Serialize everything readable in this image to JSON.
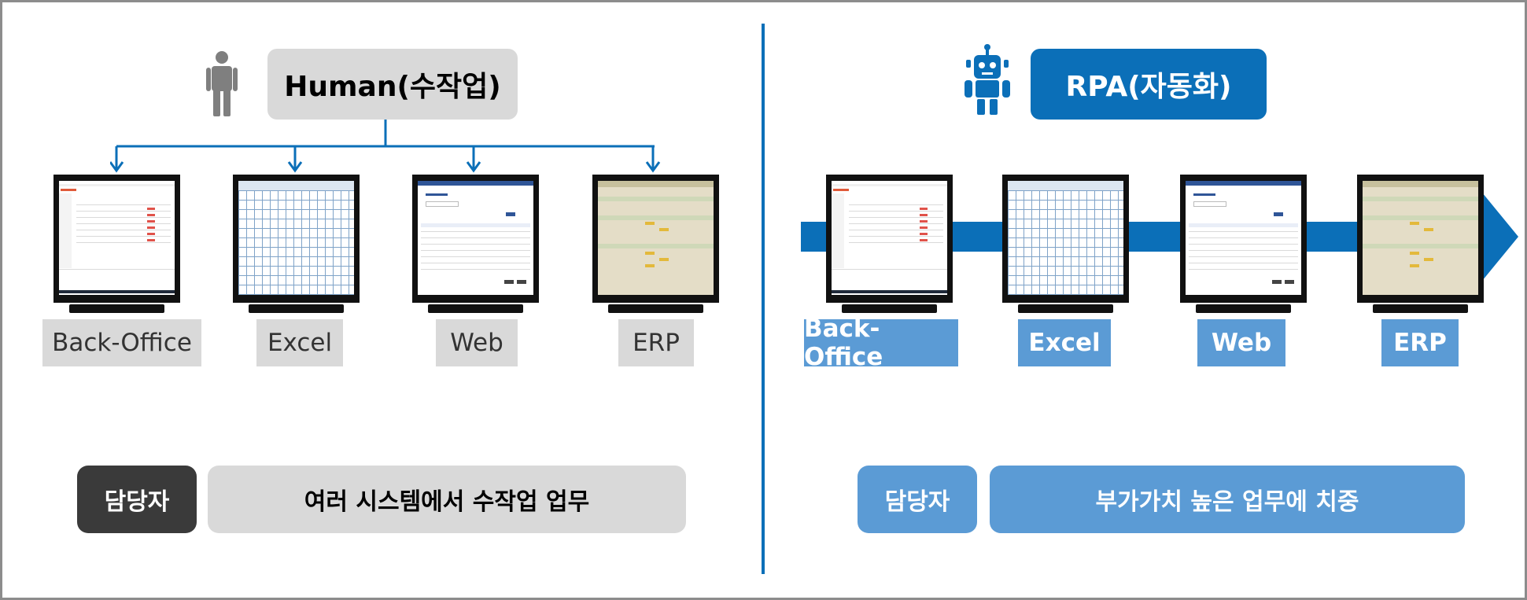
{
  "human": {
    "title": "Human(수작업)",
    "systems": [
      "Back-Office",
      "Excel",
      "Web",
      "ERP"
    ],
    "owner_label": "담당자",
    "description": "여러 시스템에서 수작업 업무"
  },
  "rpa": {
    "title": "RPA(자동화)",
    "systems": [
      "Back-Office",
      "Excel",
      "Web",
      "ERP"
    ],
    "owner_label": "담당자",
    "description": "부가가치 높은 업무에 치중"
  },
  "colors": {
    "accent_blue": "#0b6fb8",
    "light_blue": "#5b9bd5",
    "gray_box": "#d9d9d9",
    "dark_box": "#3a3a3a"
  },
  "icons": {
    "human": "person-icon",
    "rpa": "robot-icon",
    "flow": "arrow-right-icon"
  }
}
